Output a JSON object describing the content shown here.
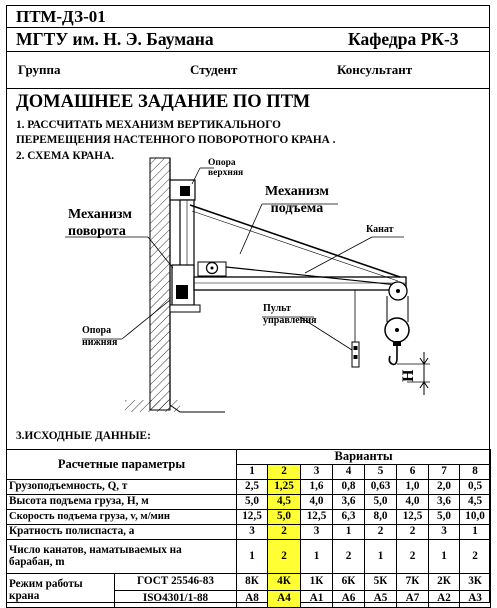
{
  "header": {
    "code": "ПТМ-ДЗ-01",
    "university": "МГТУ им. Н. Э. Баумана",
    "department": "Кафедра РК-3",
    "group_label": "Группа",
    "student_label": "Студент",
    "consultant_label": "Консультант"
  },
  "title": "ДОМАШНЕЕ ЗАДАНИЕ ПО ПТМ",
  "task": {
    "item1_line1": "1. РАССЧИТАТЬ МЕХАНИЗМ ВЕРТИКАЛЬНОГО",
    "item1_line2": "ПЕРЕМЕЩЕНИЯ НАСТЕННОГО   ПОВОРОТНОГО КРАНА .",
    "item2": "2. СХЕМА КРАНА."
  },
  "diagram": {
    "upper_support_1": "Опора",
    "upper_support_2": "верхняя",
    "lift_mech_1": "Механизм",
    "lift_mech_2": "подъема",
    "rotate_mech_1": "Механизм",
    "rotate_mech_2": "поворота",
    "rope": "Канат",
    "pendant_1": "Пульт",
    "pendant_2": "управления",
    "lower_support_1": "Опора",
    "lower_support_2": "нижняя",
    "height_symbol": "H"
  },
  "initial_data_title": "3.ИСХОДНЫЕ ДАННЫЕ:",
  "table": {
    "param_header": "Расчетные параметры",
    "variants_header": "Варианты",
    "variant_numbers": [
      "1",
      "2",
      "3",
      "4",
      "5",
      "6",
      "7",
      "8"
    ],
    "highlight_color": "#ffff33",
    "rows": [
      {
        "label": "Грузоподъемность, Q, т",
        "values": [
          "2,5",
          "1,25",
          "1,6",
          "0,8",
          "0,63",
          "1,0",
          "2,0",
          "0,5"
        ]
      },
      {
        "label": "Высота подъема груза, H, м",
        "values": [
          "5,0",
          "4,5",
          "4,0",
          "3,6",
          "5,0",
          "4,0",
          "3,6",
          "4,5"
        ]
      },
      {
        "label": "Скорость подъема груза, v, м/мин",
        "values": [
          "12,5",
          "5,0",
          "12,5",
          "6,3",
          "8,0",
          "12,5",
          "5,0",
          "10,0"
        ]
      },
      {
        "label": "Кратность полиспаста, a",
        "values": [
          "3",
          "2",
          "3",
          "1",
          "2",
          "2",
          "3",
          "1"
        ]
      },
      {
        "label1": "Число канатов, наматываемых на",
        "label2": "барабан, m",
        "values": [
          "1",
          "2",
          "1",
          "2",
          "1",
          "2",
          "1",
          "2"
        ]
      }
    ],
    "mode_label1": "Режим работы",
    "mode_label2": "крана",
    "gost_label": "ГОСТ 25546-83",
    "iso_label": "ISO4301/1-88",
    "gost_values": [
      "8К",
      "4К",
      "1К",
      "6К",
      "5К",
      "7К",
      "2К",
      "3К"
    ],
    "iso_values": [
      "А8",
      "А4",
      "А1",
      "А6",
      "А5",
      "А7",
      "А2",
      "А3"
    ]
  }
}
